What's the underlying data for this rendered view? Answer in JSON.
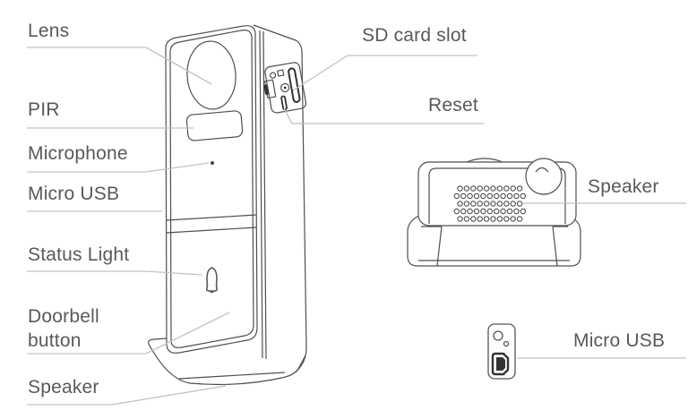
{
  "diagram": {
    "type": "product-parts-diagram",
    "views": [
      "front-three-quarter-view",
      "bottom-view",
      "micro-usb-port-detail"
    ]
  },
  "labels": {
    "left": [
      {
        "text": "Lens"
      },
      {
        "text": "PIR"
      },
      {
        "text": "Microphone"
      },
      {
        "text": "Micro USB"
      },
      {
        "text": "Status Light"
      },
      {
        "text": "Doorbell button"
      },
      {
        "text": "Speaker"
      }
    ],
    "right": [
      {
        "text": "SD card slot"
      },
      {
        "text": "Reset"
      },
      {
        "text": "Speaker"
      },
      {
        "text": "Micro USB"
      }
    ]
  },
  "icons": [
    {
      "name": "doorbell-bell-icon",
      "meaning": "doorbell button symbol"
    },
    {
      "name": "sd-card-slot-icon",
      "meaning": "sd card slot on side panel"
    },
    {
      "name": "reset-hole-icon",
      "meaning": "reset pinhole on side panel"
    },
    {
      "name": "speaker-holes-icon",
      "meaning": "speaker grille holes"
    },
    {
      "name": "micro-usb-port-icon",
      "meaning": "micro usb connector"
    }
  ],
  "colors": {
    "background": "#ffffff",
    "label_text": "#595959",
    "line_art": "#4f4f4f",
    "dark_detail": "#333333",
    "leader_line": "#c2c2c2"
  }
}
